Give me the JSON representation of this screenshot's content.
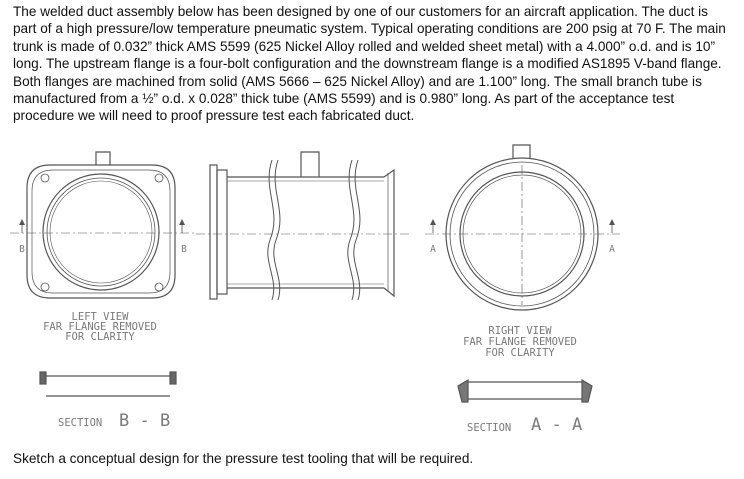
{
  "problem_text": "The welded duct assembly below has been designed by one of our customers for an aircraft application.  The duct is part of a high pressure/low temperature pneumatic system.  Typical operating conditions are 200 psig at 70 F.  The main trunk is made of 0.032” thick AMS 5599 (625 Nickel Alloy rolled and welded sheet metal) with a 4.000” o.d. and is 10” long.  The upstream flange is a four-bolt configuration and the downstream flange is a modified AS1895 V-band flange.  Both flanges are machined from solid (AMS 5666 – 625 Nickel Alloy) and are 1.100” long.  The small branch tube is manufactured from a ½” o.d. x 0.028” thick tube (AMS 5599) and is 0.980” long.  As part of the acceptance test procedure we will need to proof pressure test each fabricated duct.",
  "left_view": {
    "caption_1": "LEFT VIEW",
    "caption_2": "FAR FLANGE REMOVED",
    "caption_3": "FOR CLARITY",
    "section_marker": "B"
  },
  "right_view": {
    "caption_1": "RIGHT VIEW",
    "caption_2": "FAR FLANGE REMOVED",
    "caption_3": "FOR CLARITY",
    "section_marker": "A"
  },
  "section_bb": {
    "word": "SECTION",
    "label": "B - B"
  },
  "section_aa": {
    "word": "SECTION",
    "label": "A - A"
  },
  "question": "Sketch a conceptual design for the pressure test tooling that will be required."
}
